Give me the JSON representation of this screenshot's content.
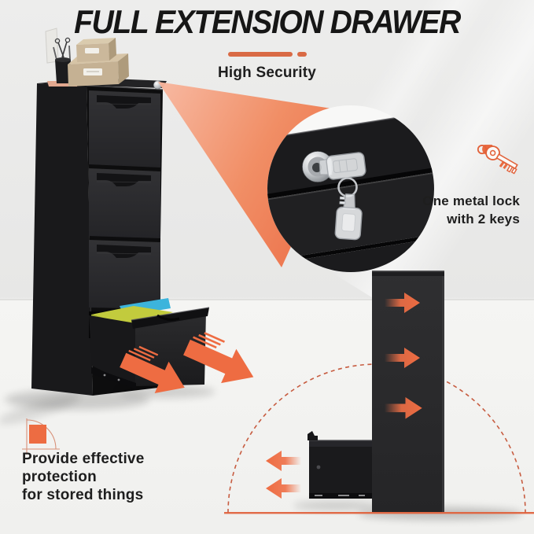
{
  "header": {
    "title": "FULL EXTENSION DRAWER",
    "subtitle": "High Security"
  },
  "callouts": {
    "lock": {
      "line1": "One metal lock",
      "line2": "with 2 keys",
      "icon": "keys-icon"
    },
    "protection": {
      "line1": "Provide effective",
      "line2": "protection",
      "line3": "for stored things",
      "icon": "protection-icon"
    }
  },
  "scene_labels": {
    "cabinet": "black 4-drawer vertical file cabinet",
    "magnifier": "zoom circle showing metal cam lock with 2 keys",
    "bottom_right": "side view of cabinet with fully extended drawer",
    "open_drawer": "bottom drawer open with hanging file folders"
  },
  "colors": {
    "accent": "#ED6C42",
    "accent_deep": "#D95F3B",
    "divider": "#D96A45",
    "title_text": "#161616",
    "body_text": "#1E1E1E",
    "cabinet_black": "#28282A",
    "box_tan": "#C8B496",
    "folder_yellow": "#C2CB3D",
    "folder_blue": "#3CB4DC",
    "wall": "#EBEBEA",
    "floor": "#F4F4F2"
  }
}
